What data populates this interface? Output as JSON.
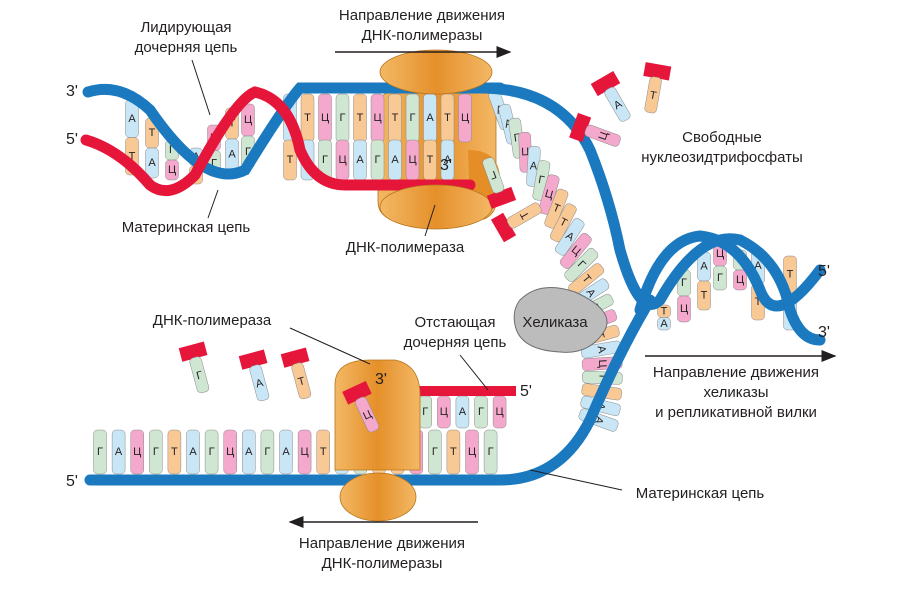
{
  "colors": {
    "A": "#c9e6f6",
    "T": "#f9c995",
    "G": "#cfe6d2",
    "C": "#f3a8cc",
    "mother_strand": "#1b79c0",
    "daughter_strand": "#e6163b",
    "polymerase": "#eb9a32",
    "helicase": "#bcbcbc",
    "phosphate": "#e6163b"
  },
  "labels": {
    "leading_strand": [
      "Лидирующая",
      "дочерняя цепь"
    ],
    "parent_strand_top": "Материнская цепь",
    "direction_top": [
      "Направление движения",
      "ДНК-полимеразы"
    ],
    "polymerase_top": "ДНК-полимераза",
    "free_nucleotides": [
      "Свободные",
      "нуклеозидтрифосфаты"
    ],
    "helicase": "Хеликаза",
    "polymerase_bottom": "ДНК-полимераза",
    "lagging_strand": [
      "Отстающая",
      "дочерняя цепь"
    ],
    "helicase_direction": [
      "Направление движения",
      "хеликазы",
      "и репликативной вилки"
    ],
    "parent_strand_bottom": "Материнская цепь",
    "direction_bottom": [
      "Направление движения",
      "ДНК-полимеразы"
    ]
  },
  "ends": {
    "top_left_upper": "3'",
    "top_left_lower": "5'",
    "polymerase_top_3": "3'",
    "lagging_3": "3'",
    "lagging_5": "5'",
    "bottom_left_5": "5'",
    "right_upper_5": "5'",
    "right_lower_3": "3'"
  },
  "sequences": {
    "left_helix_pairs": [
      [
        "А",
        "Т"
      ],
      [
        "Т",
        "А"
      ],
      [
        "Г",
        "Ц"
      ],
      [
        "А",
        "Т"
      ],
      [
        "Ц",
        "Г"
      ],
      [
        "Т",
        "А"
      ],
      [
        "Ц",
        "Г"
      ]
    ],
    "top_ladder_upper": [
      "А",
      "Т",
      "Ц",
      "Г",
      "Т",
      "Ц",
      "Т",
      "Г",
      "А",
      "Т",
      "Ц"
    ],
    "top_ladder_lower": [
      "Т",
      "А",
      "Г",
      "Ц",
      "А",
      "Г",
      "А",
      "Ц",
      "Т",
      "А"
    ],
    "fork_top_strand": [
      "А",
      "А",
      "Г",
      "Ц",
      "А",
      "Г",
      "Ц",
      "Т",
      "Т",
      "А",
      "Ц",
      "Г",
      "Т",
      "А",
      "Г",
      "Ц",
      "Т",
      "А",
      "Ц",
      "Г",
      "Т",
      "А",
      "А"
    ],
    "bottom_strand": [
      "Г",
      "А",
      "Ц",
      "Г",
      "Т",
      "А",
      "Г",
      "Ц",
      "А",
      "Г",
      "А",
      "Ц",
      "Т",
      "А",
      "Г",
      "Т",
      "Т",
      "Ц",
      "Г",
      "Т",
      "Ц",
      "Г"
    ],
    "lagging_daughter": [
      "А",
      "А",
      "Г",
      "Ц",
      "А",
      "Г",
      "Ц"
    ],
    "right_helix_pairs": [
      [
        "Т",
        "А"
      ],
      [
        "Г",
        "Ц"
      ],
      [
        "А",
        "Т"
      ],
      [
        "Ц",
        "Г"
      ],
      [
        "Г",
        "Ц"
      ],
      [
        "А",
        "Т"
      ],
      [
        "Т",
        "А"
      ]
    ],
    "free_top": [
      "А",
      "Т",
      "Ц",
      "Г",
      "Т"
    ],
    "free_bottom": [
      "Г",
      "А",
      "Т",
      "Ц"
    ]
  }
}
